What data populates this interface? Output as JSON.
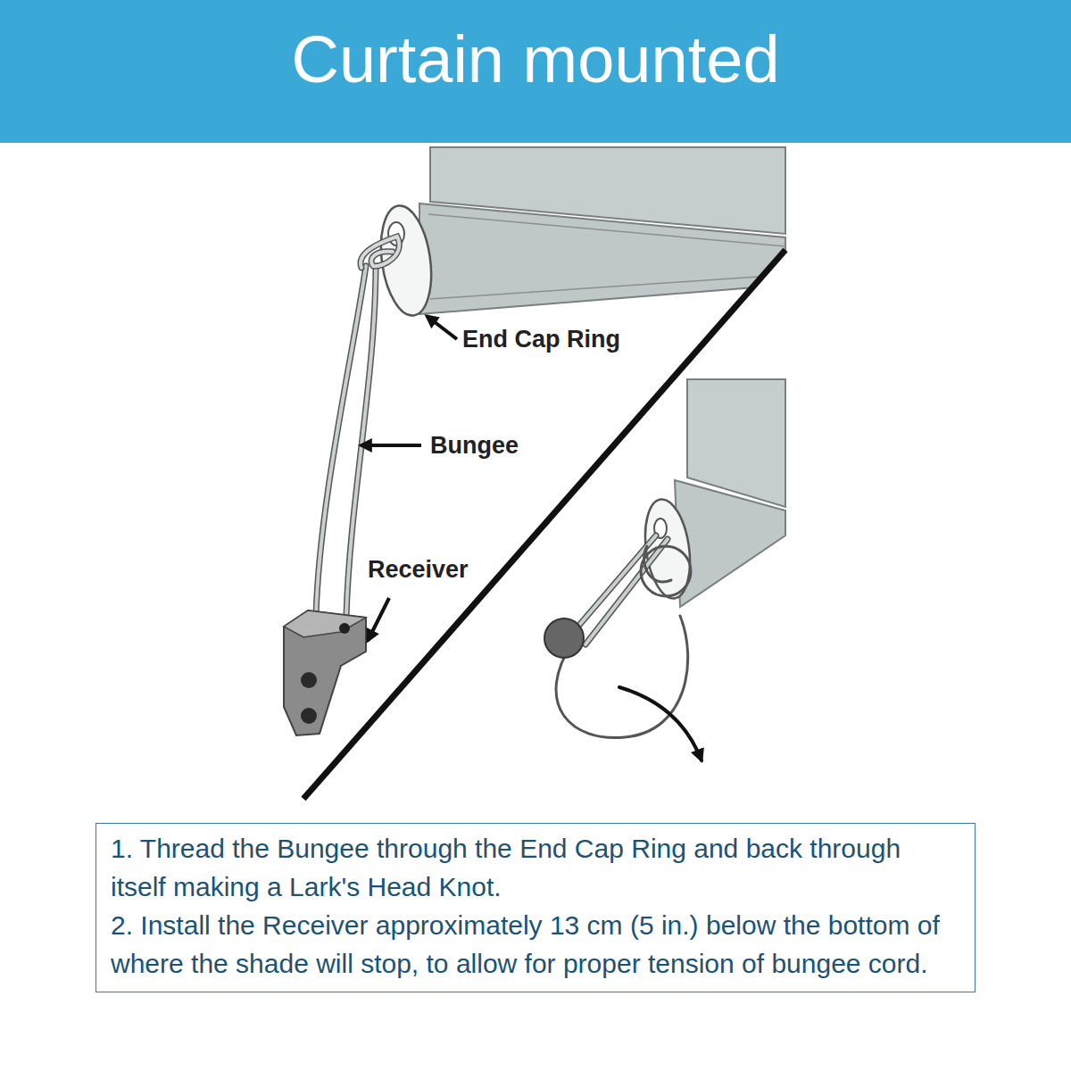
{
  "diagram": {
    "title": "Curtain mounted",
    "nodes": [
      {
        "text": [
          "1. Thread the Bungee through the End Cap Ring and back through itself making a Lark's Head Knot.",
          "2. Install the Receiver approximately 13 cm (5 in.) below the bottom of where the shade will stop, to allow for proper tension of bungee cord."
        ]
      }
    ],
    "labels": [
      "End Cap Ring",
      "Bungee",
      "Receiver"
    ]
  }
}
